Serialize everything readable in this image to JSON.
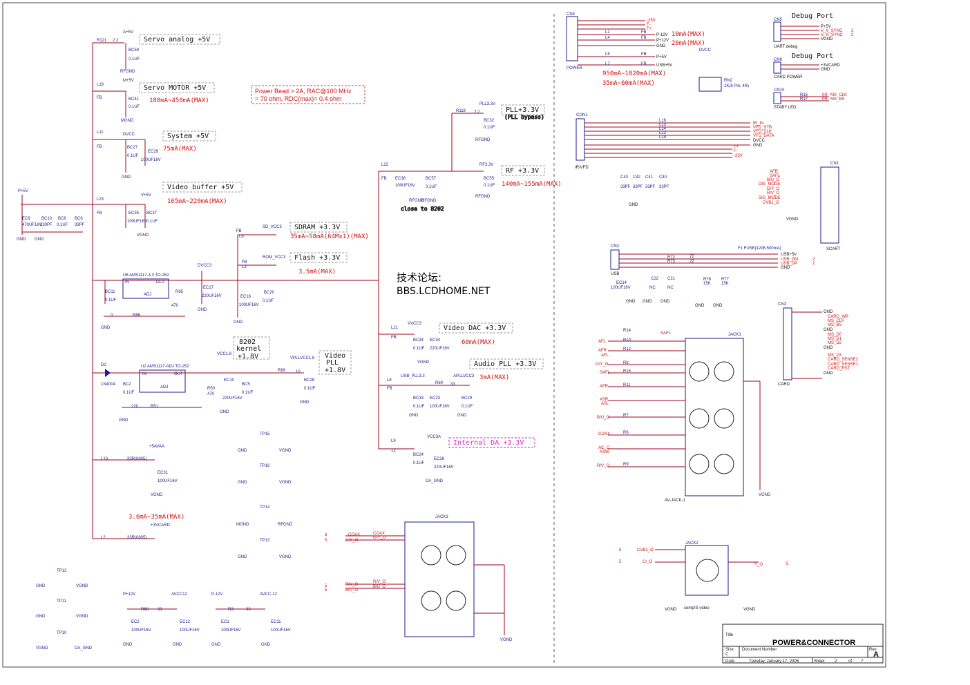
{
  "title_block": {
    "title_label": "Title",
    "title": "POWER&CONNECTOR",
    "size_label": "Size",
    "size": "C",
    "doc_label": "Document Number",
    "rev_label": "Rev",
    "rev": "A",
    "date_label": "Date:",
    "date": "Tuesday, January 17, 2006",
    "sheet_label": "Sheet",
    "sheet": "2",
    "of_label": "of",
    "of": "7"
  },
  "forum": {
    "line1": "技术论坛:",
    "line2": "BBS.LCDHOME.NET"
  },
  "rails": [
    {
      "label": "Servo analog +5V"
    },
    {
      "label": "Servo MOTOR +5V",
      "current": "180mA~450mA(MAX)"
    },
    {
      "label": "System +5V",
      "current": "75mA(MAX)"
    },
    {
      "label": "Video buffer +5V",
      "current": "165mA~220mA(MAX)"
    },
    {
      "label": "SDRAM +3.3V",
      "current": "35mA~58mA(64Mx1)(MAX)"
    },
    {
      "label": "Flash +3.3V",
      "current": "3.5mA(MAX)"
    },
    {
      "label": "PLL+3.3V",
      "sub": "(PLL bypass)"
    },
    {
      "label": "RF +3.3V",
      "current": "140mA~155mA(MAX)"
    },
    {
      "label": "Video DAC +3.3V",
      "current": "60mA(MAX)"
    },
    {
      "label": "Audio PLL +3.3V",
      "current": "3mA(MAX)"
    },
    {
      "label": "Internal DA +3.3V"
    }
  ],
  "notes": {
    "bead1": "Power Bead > 2A, RAC@100 MHz",
    "bead2": "= 70 ohm, RDC(max)= 0.4 ohm",
    "close": "close to 8202",
    "kernel": [
      "8202",
      "kernel",
      "+1.8V"
    ],
    "vpll": [
      "Video",
      "PLL",
      "+1.8V"
    ],
    "i_3v": "3.6mA~35mA(MAX)",
    "i_12v": "10mA(MAX)",
    "i_m12v": "20mA(MAX)",
    "i_5v": "950mA~1020mA(MAX)",
    "i_usb": "35mA~60mA(MAX)"
  },
  "debug": {
    "title1": "Debug Port",
    "title2": "Debug Port",
    "uart": "UART debug",
    "card_power": "CARD POWER",
    "stby": "STABY LED"
  },
  "components": {
    "power_conn": "POWER",
    "cn4": "CN4",
    "ir": "IR/VFD",
    "con1": "CON1",
    "scart": "SCART",
    "cn1": "CN1",
    "usb": "USB",
    "cn2": "CN2",
    "card": "CARD",
    "cn3": "CN3",
    "jack1": "JACK1",
    "av": "AV-JACK-1",
    "jack2": "JACK2",
    "svideo": "comp/S-video",
    "jack3": "JACK3",
    "u6": "U6    AMS1117-3.3 TO-252",
    "u2": "U2    AMS1117-ADJ TO-252",
    "d2": "D2",
    "d2v": "1N4004",
    "rn2": "RN2",
    "rn2v": "1K(8 Pin, 4R)",
    "fuse": "F1    FUSE(1206,500mA)"
  },
  "nets": {
    "cn4_pins": [
      "-25V",
      "F-",
      "F+",
      "P-12V",
      "P+12V",
      "GND",
      "P+5V",
      "USB+5V"
    ],
    "con1_pins": [
      "IR_IN",
      "VFD_STB",
      "VFD_CLK",
      "VFD_DATA",
      "DVCC",
      "GND",
      "F+",
      "F-",
      "-25V"
    ],
    "scart_sig": [
      "AFR",
      "SAFL",
      "B/U_O",
      "DIS_MODE",
      "G/Y_O",
      "R/V_O",
      "SIG_MODE",
      "CVB1_O"
    ],
    "card_sig": [
      "GND",
      "CARD_WP",
      "MS_CLK",
      "MS_BS",
      "GND",
      "MS_D0",
      "MS_D1",
      "MS_D2",
      "GND",
      "MS_D3",
      "CARD_SENSE2",
      "CARD_SENSE1",
      "CARD_RST",
      "GND"
    ],
    "usb_sig": [
      "USB+5V",
      "USB_DM",
      "USB_DP",
      "GND"
    ],
    "av_sig": [
      "SAFL",
      "AFL",
      "AFR",
      "AFL",
      "G/Y_O",
      "SAFL",
      "AFR",
      "ASR",
      "ASL",
      "B/U_O",
      "COAX",
      "AC_C",
      "ASW",
      "R/V_O"
    ],
    "jack3_sig": [
      "COAX",
      "G/Y_O",
      "R/V_O",
      "B/U_O"
    ],
    "jack2_sig": [
      "CVB1_O",
      "Cr_O",
      "Y_O"
    ]
  }
}
